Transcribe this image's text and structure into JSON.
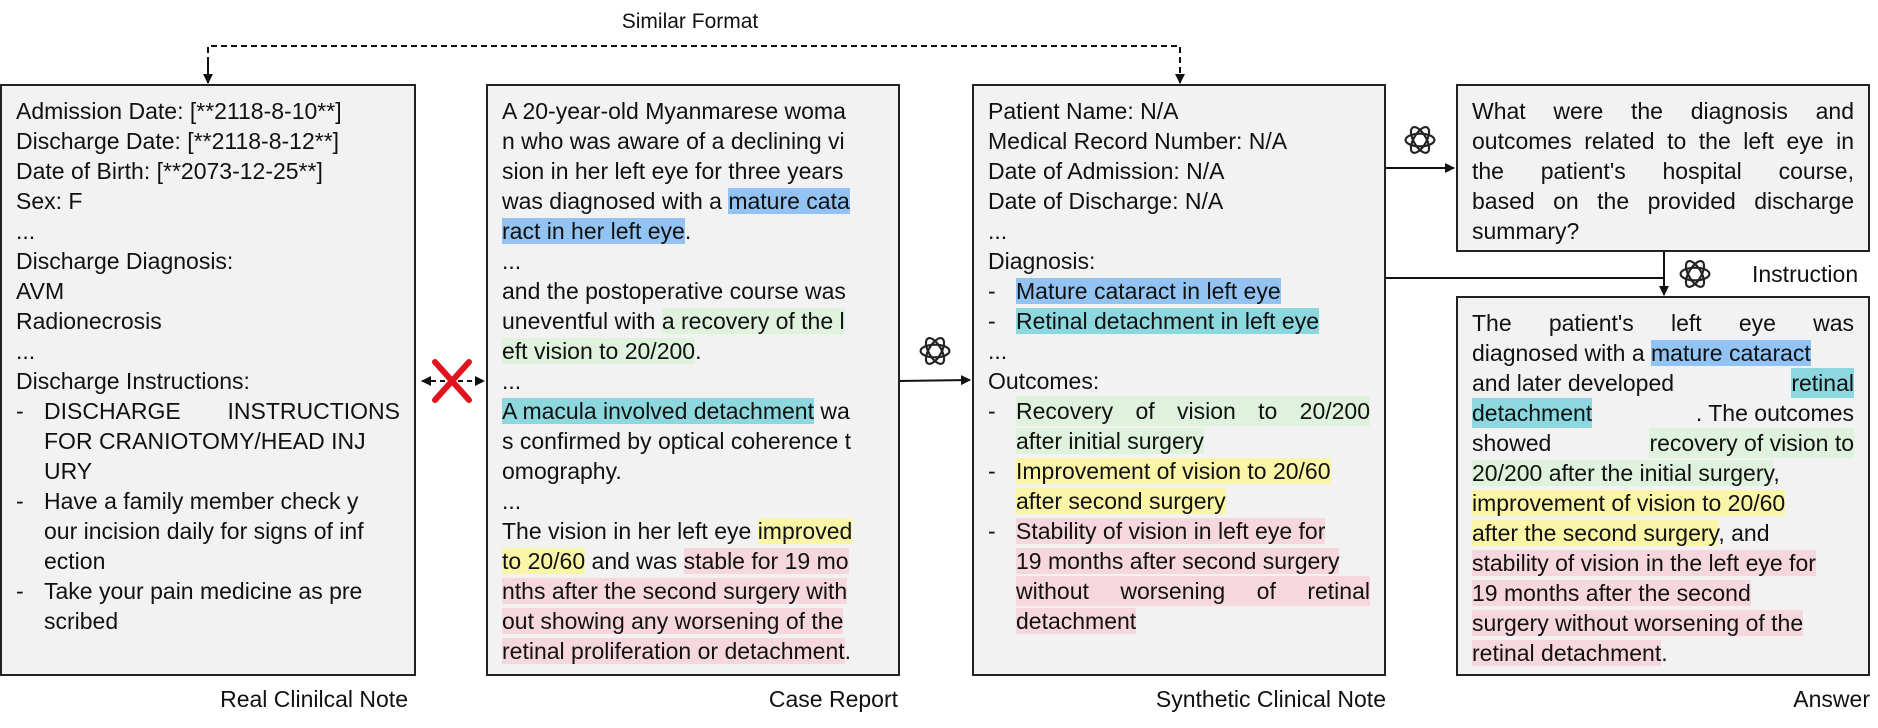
{
  "top_label": "Similar Format",
  "captions": {
    "real": "Real Clinilcal Note",
    "case": "Case Report",
    "synthetic": "Synthetic Clinical Note",
    "answer": "Answer",
    "instruction": "Instruction"
  },
  "real_note": {
    "l1": "Admission Date:  [**2118-8-10**]",
    "l2": "Discharge Date:   [**2118-8-12**]",
    "l3": "Date of Birth:  [**2073-12-25**]",
    "l4": "Sex:   F",
    "l5": "...",
    "l6": "Discharge Diagnosis:",
    "l7": "AVM",
    "l8": "Radionecrosis",
    "l9": "...",
    "l10": "Discharge Instructions:",
    "i1a": "DISCHARGE INSTRUCTIONS",
    "i1b": "FOR CRANIOTOMY/HEAD INJ",
    "i1c": "URY",
    "i2a": "Have a family member check y",
    "i2b": "our incision daily for signs of inf",
    "i2c": "ection",
    "i3a": "Take your pain medicine as pre",
    "i3b": "scribed"
  },
  "case_report": {
    "l1": "A 20-year-old Myanmarese woma",
    "l2": "n who was aware of a declining vi",
    "l3": "sion in her left eye for three years",
    "l4a": "was diagnosed with a ",
    "l4b": "mature cata",
    "l5a": "ract in her left eye",
    "l5b": ".",
    "l6": "...",
    "l7": "and the postoperative course was",
    "l8a": "uneventful with ",
    "l8b": "a recovery of the l",
    "l9a": "eft vision to 20/200",
    "l9b": ".",
    "l10": "...",
    "l11a": "A macula involved detachment",
    "l11b": " wa",
    "l12": "s confirmed by optical coherence t",
    "l13": "omography.",
    "l14": "...",
    "l15a": "The vision in her left eye ",
    "l15b": "improved",
    "l16a": "to 20/60",
    "l16b": " and was ",
    "l16c": "stable for 19 mo",
    "l17": "nths after the second surgery with",
    "l18": "out showing any worsening of the",
    "l19a": "retinal proliferation or detachment",
    "l19b": "."
  },
  "synthetic_note": {
    "l1": "Patient Name: N/A",
    "l2": "Medical Record Number: N/A",
    "l3": "Date of Admission: N/A",
    "l4": "Date of Discharge: N/A",
    "l5": "...",
    "l6": "Diagnosis:",
    "d1": "Mature cataract in left eye",
    "d2": "Retinal detachment in left eye",
    "l7": "...",
    "l8": "Outcomes:",
    "o1a": "Recovery of vision to 20/200",
    "o1b": "after initial surgery",
    "o2a": "Improvement of vision to 20/60",
    "o2b": "after second surgery",
    "o3a": "Stability of vision in left eye for",
    "o3b": "19 months after second surgery",
    "o3c": "without worsening of retinal",
    "o3d": "detachment"
  },
  "question": {
    "l1": "What were the diagnosis and",
    "l2": "outcomes related to the left eye in",
    "l3": "the patient's hospital course,",
    "l4": "based on the provided discharge",
    "l5": "summary?"
  },
  "answer": {
    "l1": "The patient's left eye was",
    "l2a": "diagnosed with a ",
    "l2b": "mature cataract",
    "l3a": "and later developed ",
    "l3b": "retinal",
    "l4a": "detachment",
    "l4b": ". The outcomes",
    "l5a": "showed ",
    "l5b": "recovery of vision to",
    "l6a": "20/200 after the initial surgery",
    "l6b": ",",
    "l7": "improvement of vision to 20/60",
    "l8a": "after the second surgery",
    "l8b": ", and",
    "l9": "stability of vision in the left eye for",
    "l10": "19 months after the second",
    "l11": "surgery without worsening of the",
    "l12a": "retinal detachment",
    "l12b": "."
  },
  "dash": "-",
  "colors": {
    "blue": "#92c3f2",
    "teal": "#8dd7de",
    "green": "#dff2dd",
    "yellow": "#fbf5a8",
    "pink": "#f7d7de",
    "red_cross": "#e0141e",
    "box_fill": "#f2f2f2"
  },
  "icons": [
    "openai-logo-icon",
    "red-cross-icon"
  ]
}
